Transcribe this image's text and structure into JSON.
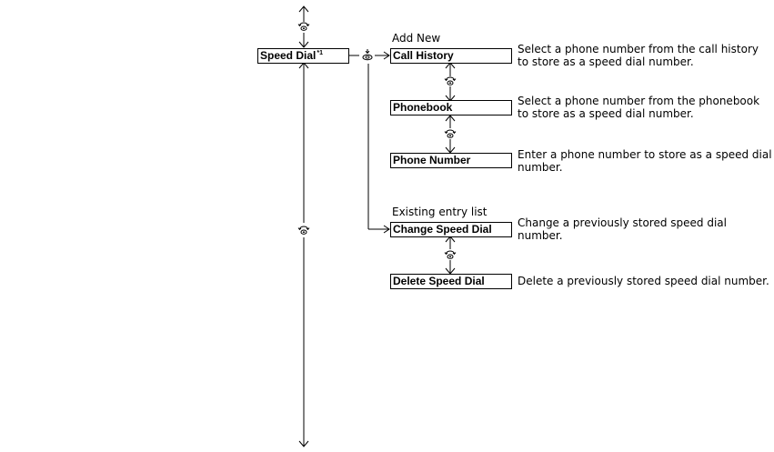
{
  "root": {
    "label": "Speed Dial",
    "footnote": "*1"
  },
  "groups": {
    "add_new": "Add New",
    "existing": "Existing entry list"
  },
  "options": {
    "call_history": {
      "label": "Call History",
      "desc_line1": "Select a phone number from the call history",
      "desc_line2": "to store as a speed dial number."
    },
    "phonebook": {
      "label": "Phonebook",
      "desc_line1": "Select a phone number from the phonebook",
      "desc_line2": "to store as a speed dial number."
    },
    "phone_number": {
      "label": "Phone Number",
      "desc_line1": "Enter a phone number to store as a speed dial",
      "desc_line2": "number."
    },
    "change_speed_dial": {
      "label": "Change Speed Dial",
      "desc_line1": "Change a previously stored speed dial",
      "desc_line2": "number."
    },
    "delete_speed_dial": {
      "label": "Delete Speed Dial",
      "desc_line1": "Delete a previously stored speed dial number."
    }
  },
  "icons": {
    "rotate": "interface-dial-rotate-icon",
    "press": "interface-dial-press-icon"
  }
}
